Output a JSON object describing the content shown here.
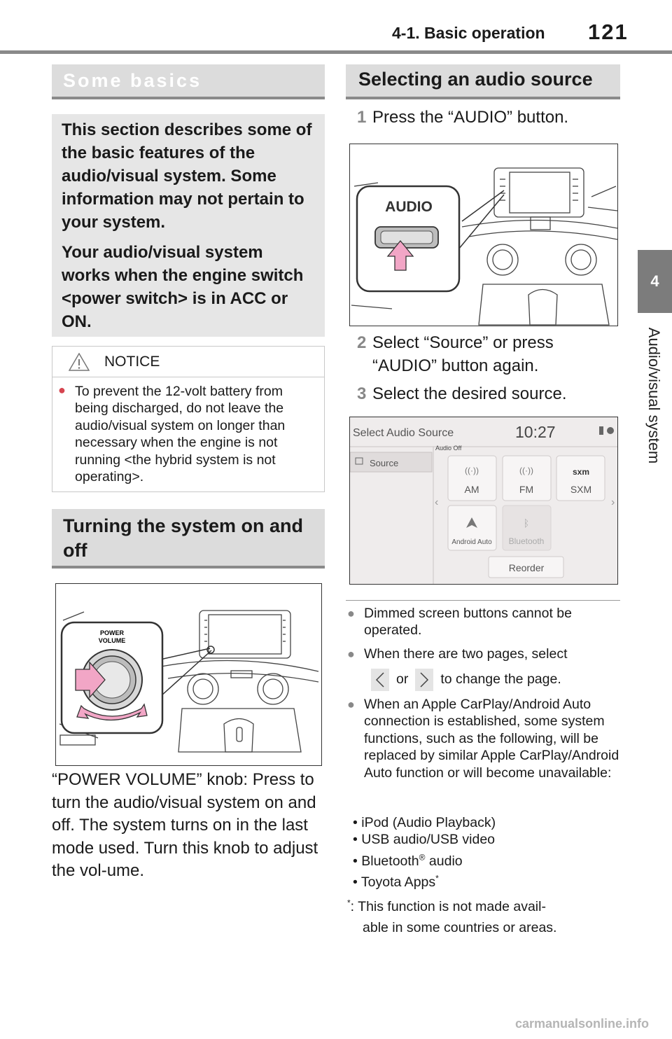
{
  "header": {
    "section": "4-1. Basic operation",
    "page_number": "121"
  },
  "side_tab": {
    "chapter_number": "4",
    "chapter_title": "Audio/visual system"
  },
  "some_basics": {
    "heading": "Some basics",
    "intro_p1": "This section describes some of the basic features of the audio/visual system. Some information may not pertain to your system.",
    "intro_p2": "Your audio/visual system works when the engine switch <power switch> is in ACC or ON."
  },
  "notice": {
    "title": "NOTICE",
    "text": "To prevent the 12-volt battery from being discharged, do not leave the audio/visual system on longer than necessary when the engine is not running <the hybrid system is not operating>."
  },
  "turning": {
    "heading": "Turning the system on and off",
    "figure_label_line1": "POWER",
    "figure_label_line2": "VOLUME",
    "body": "“POWER VOLUME” knob: Press to turn the audio/visual system on and off. The system turns on in the last mode used. Turn this knob to adjust the vol-ume."
  },
  "selecting": {
    "heading": "Selecting an audio source",
    "step1_num": "1",
    "step1_text": "Press the “AUDIO” button.",
    "figure_label": "AUDIO",
    "step2_num": "2",
    "step2_line1": "Select “Source” or press",
    "step2_line2": "“AUDIO” button again.",
    "step3_num": "3",
    "step3_text": "Select the desired source."
  },
  "screen": {
    "title": "Select Audio Source",
    "time": "10:27",
    "sub_label": "Audio Off",
    "tab_source": "Source",
    "btn_am": "AM",
    "btn_fm": "FM",
    "btn_sxm": "SXM",
    "sxm_logo": "sxm",
    "btn_android": "Android Auto",
    "btn_bluetooth": "Bluetooth",
    "btn_reorder": "Reorder"
  },
  "bullets": {
    "b1": "Dimmed screen buttons cannot be operated.",
    "b2_line1": "When there are two pages, select",
    "b2_or": "or",
    "b2_after": "to change the page.",
    "b3": "When an Apple CarPlay/Android Auto connection is established, some system functions, such as the following, will be replaced by similar Apple CarPlay/Android Auto function or will become unavailable:",
    "list1": "• iPod (Audio Playback)",
    "list2": "• USB audio/USB video",
    "list3_a": "• Bluetooth",
    "list3_sup": "®",
    "list3_b": " audio",
    "list4_a": "• Toyota Apps",
    "list4_sup": "*",
    "footnote_sup": "*",
    "footnote_line1": ": This function is not made avail-",
    "footnote_line2": "able in some countries or areas."
  },
  "watermark": "carmanualsonline.info",
  "colors": {
    "heading_bar": "#dcdcdc",
    "rule": "#8a8a8a",
    "notice_bullet": "#d64550",
    "arrow_pink": "#f2a6c6"
  }
}
